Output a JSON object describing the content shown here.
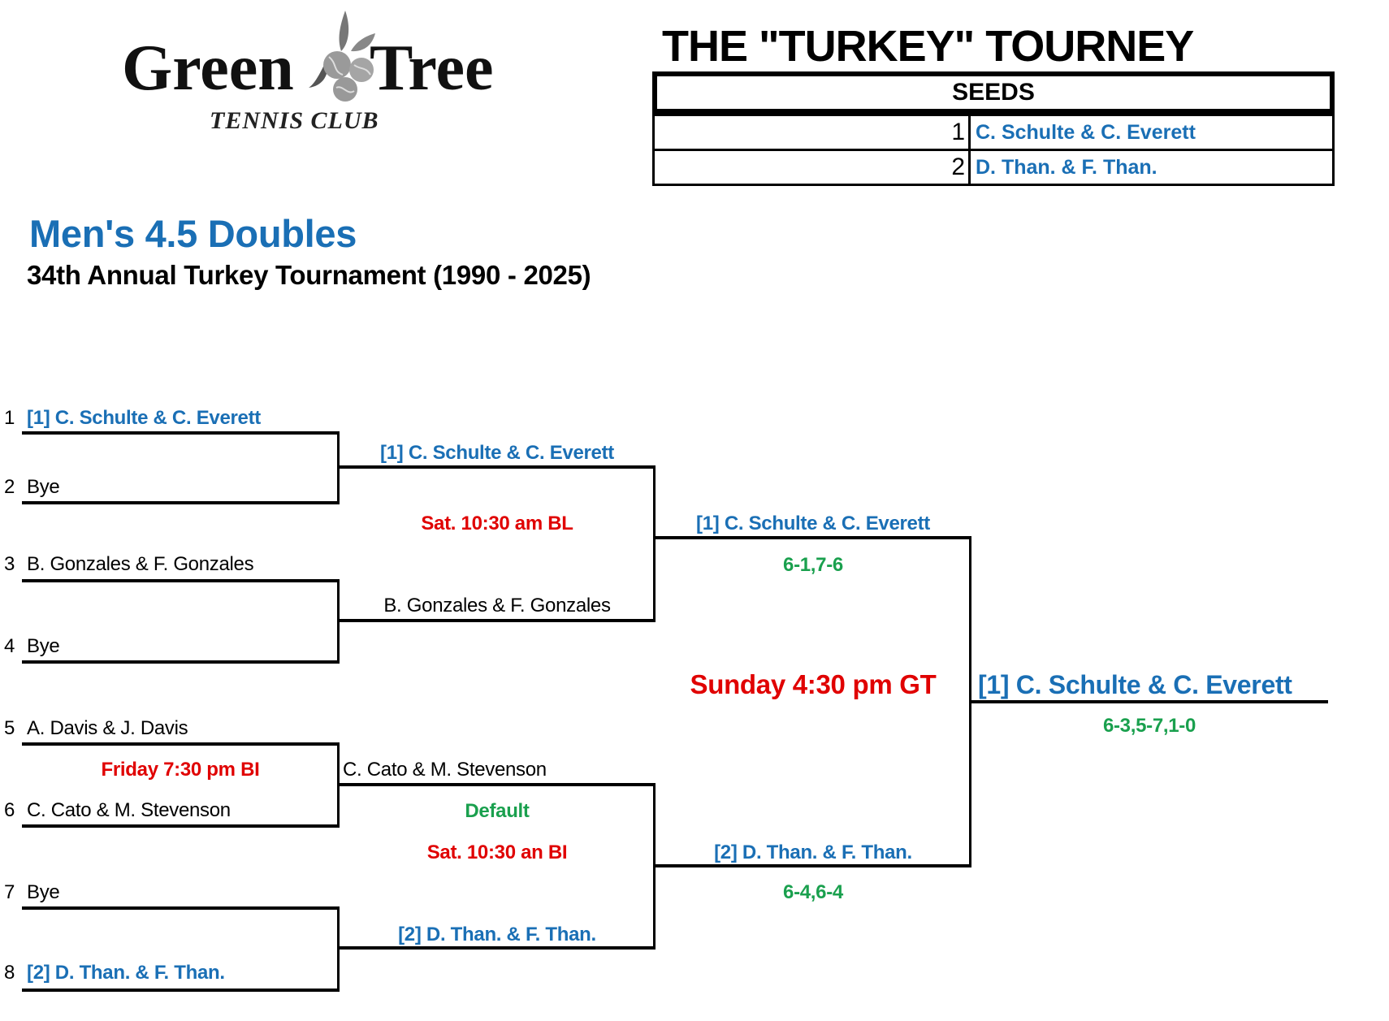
{
  "logo": {
    "word1": "Green",
    "word2": "Tree",
    "subtitle": "TENNIS CLUB"
  },
  "header": {
    "title": "THE \"TURKEY\" TOURNEY"
  },
  "seeds": {
    "heading": "SEEDS",
    "rows": [
      {
        "num": "1",
        "name": "C. Schulte & C. Everett"
      },
      {
        "num": "2",
        "name": "D. Than. & F. Than."
      }
    ]
  },
  "event": {
    "title": "Men's 4.5 Doubles",
    "subtitle": "34th Annual Turkey Tournament (1990 - 2025)"
  },
  "colors": {
    "blue": "#1a6fb5",
    "red": "#e00000",
    "green": "#1aa04e"
  },
  "round1": [
    {
      "num": "1",
      "name": "[1] C. Schulte & C. Everett"
    },
    {
      "num": "2",
      "name": "Bye"
    },
    {
      "num": "3",
      "name": "B. Gonzales & F. Gonzales"
    },
    {
      "num": "4",
      "name": "Bye"
    },
    {
      "num": "5",
      "name": "A. Davis & J. Davis"
    },
    {
      "num": "6",
      "name": "C. Cato & M. Stevenson"
    },
    {
      "num": "7",
      "name": "Bye"
    },
    {
      "num": "8",
      "name": "[2] D. Than. & F. Than."
    }
  ],
  "round1_notes": {
    "match3_time": "Friday 7:30 pm BI"
  },
  "round2": {
    "w1": "[1] C. Schulte & C. Everett",
    "time_top": "Sat. 10:30 am BL",
    "w2": "B. Gonzales & F. Gonzales",
    "w3": "C. Cato & M. Stevenson",
    "result_bottom": "Default",
    "time_bottom": "Sat. 10:30 an BI",
    "w4": "[2] D. Than. & F. Than."
  },
  "round3": {
    "w1": "[1] C. Schulte & C. Everett",
    "score1": "6-1,7-6",
    "final_time": "Sunday 4:30 pm GT",
    "w2": "[2] D. Than. & F. Than.",
    "score2": "6-4,6-4"
  },
  "final": {
    "winner": "[1] C. Schulte & C. Everett",
    "score": "6-3,5-7,1-0"
  }
}
